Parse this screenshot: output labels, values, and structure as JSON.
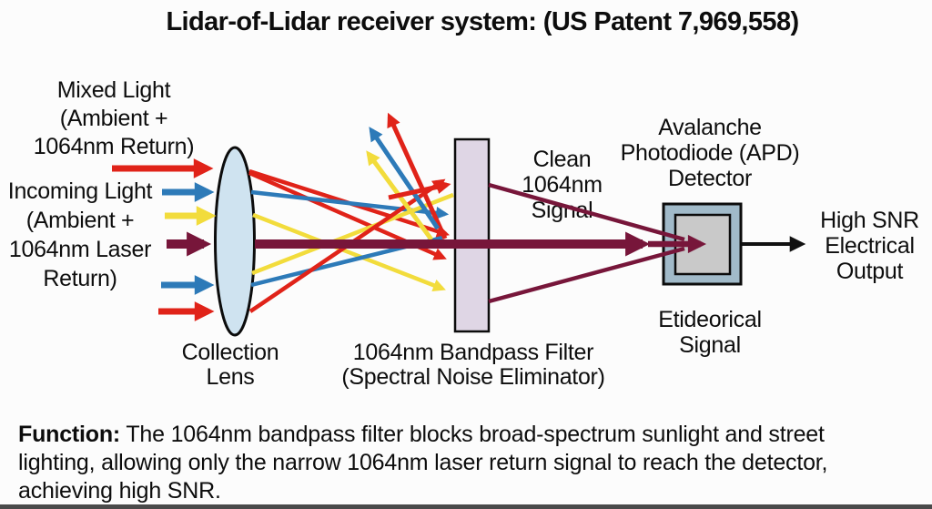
{
  "title": "Lidar-of-Lidar receiver system: (US Patent 7,969,558)",
  "labels": {
    "mixed_light": "Mixed Light\n(Ambient +\n1064nm Return)",
    "incoming_light": "Incoming Light\n(Ambient +\n1064nm Laser\nReturn)",
    "collection_lens": "Collection\nLens",
    "bandpass_filter": "1064nm Bandpass Filter\n(Spectral Noise Eliminator)",
    "clean_signal": "Clean\n1064nm\nSignal",
    "apd_detector": "Avalanche\nPhotodiode (APD)\nDetector",
    "electrical_signal": "Etideorical\nSignal",
    "high_snr_output": "High SNR\nElectrical\nOutput"
  },
  "function_note": {
    "label": "Function:",
    "text": " The 1064nm bandpass filter blocks broad-spectrum sunlight and street\nlighting, allowing only the narrow 1064nm laser return signal to reach the detector,\nachieving high SNR."
  },
  "colors": {
    "red": "#e02319",
    "blue": "#2d7ab8",
    "yellow": "#f2dc3c",
    "maroon": "#77163a",
    "line": "#111111",
    "lens-fill": "#cfe3f0",
    "filter-fill": "#dfd6e5",
    "apd-outer-fill": "#a1bac9",
    "apd-inner-fill": "#c9c9c9"
  }
}
